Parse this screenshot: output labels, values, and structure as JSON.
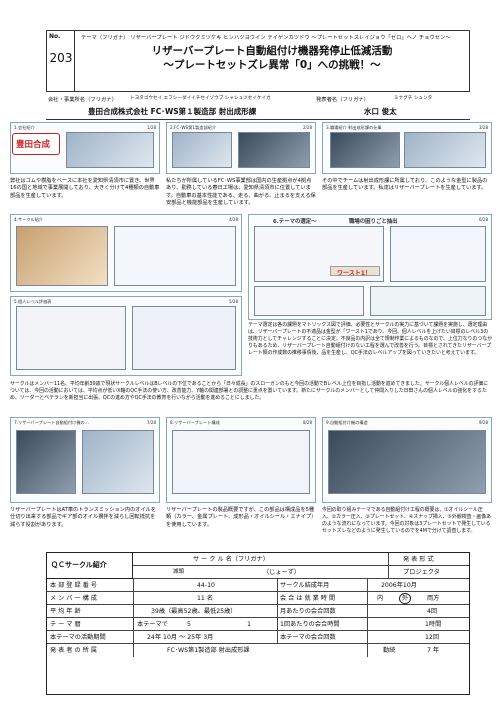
{
  "header": {
    "no_label": "No.",
    "no_value": "203",
    "theme_furigana_label": "テーマ（フリガナ）",
    "theme_furigana": "リザーバープレート ジドウクミツケキ ヒンハツヨウイン テイゲンカツドウ ～プレートセットスレイジョウ「ゼロ」ヘノ チョウセン～",
    "theme_title_1": "リザーバープレート自動組付け機器発停止低減活動",
    "theme_title_2": "～プレートセットズレ異常「0」への挑戦！～"
  },
  "company": {
    "label": "会社・事業所名（フリガナ）",
    "furigana": "トヨタゴウセイ エフシーダイイチセイゾウブ シャシュツセイケイカ",
    "name": "豊田合成株式会社 FC･WS第１製造部 射出成形課",
    "presenter_label": "発表者名（フリガナ）",
    "presenter_furigana": "ミナグチ シュンタ",
    "presenter_name": "水口 俊太"
  },
  "panels": {
    "p1_title": "1.会社紹介",
    "p1_logo": "豊田合成",
    "p1_text": "弊社はゴムや樹脂をベースに本社を愛知県清須市に置き、世界16の国と地域で事業展開しており、大きく分けて4種類の自動車部品を生産しています。",
    "p2_title": "2.FC･WS第1製造部紹介",
    "p2_text": "私たちが所属しているFC･WS事業部は国内の生産拠点が4拠点あり、勤務している春日工場は、愛知県清須市に位置しています。自動車の基本性能である、走る、曲がる、止まるを支える保安部品と機能部品を生産しています。",
    "p3_title": "3.職場紹介 射出成形課の仕事",
    "p3_text": "その中でチームは射出成形課に所属しており、このような金型に製品の部品を生産しています。私達はリザーバープレートを生産しています。",
    "p4_title": "4.サークル紹介",
    "p5_title": "5.個人レベル評価表",
    "p6_title": "6.テーマの選定～",
    "p6_title_b": "職場の困りごと抽出",
    "p6_text": "テーマ選定は各の課題をマトリックス図で評価、必要性とサークルの実力に基づいて課題を実施し、選定理由は、リザーバープレートの不適品は金型が「ワースト1であり、今回、個人レベルを上げたい目標のレベル3の技術力としてチャレンジすることに決定。不良品の内訳は全て規制作業によるものなので、上位力なりのつながりもあるため、リザーバープレート自動組付けのない工程を選んで改善を行う。目標とされてきたリザーバープレート類の作成数の推移事情後、品を生産し、QC手法のレベルアップを図っていきたいと考えています。",
    "middle_text": "サークルはメンバー11名、平均年齢39歳で現状サークルレベルはBレベルの下位であることから「日々成長」のスローガンのもと今回の活動でBレベル上位を目指し活動を進めてきました。サークル個人レベルの評価については、今回の活動においては、平均点が低いX軸のQC手法の使い方、改善能力、Y軸の関連部署との調整に重点を置いています。新たにサークルのメンバーとして仲間入りした日田さんの個人レベルの強化をするため、リーダーとベテランを新担当に出張。QCの進め方やQC手法の教育を行いながら活動を進めることにしました。",
    "p7_title": "7.リザーバープレート自動組付け機の…",
    "p7_text": "リザーバープレートはAT車のトランスミッション内のオイルを仕切り出来する部品でギア部のオイル攪拌を減らし回転抵抗を減らす役割があります。",
    "p8_title": "8.リザーバープレート構成",
    "p8_text": "リザーバープレートの製品概要ですが、この部品は構成品を5種類（カラー、金属プレート、成形品・オイルシール・エナイプ）を使用しています。",
    "p9_title": "9.自動組付け機の構造",
    "p9_text": "今回の取り組みテーマである自動組付け工程の概要は、①オイルシール圧入、②カラー圧入、③プレートセット、④スナップ挿入、⑤外観検査・画像あのような流れになっています。今回の対象は3プレートセットで発生しているセットズレなどのように発生しているのでを4Mで分けて調査します。",
    "banner_text": "ワースト1！"
  },
  "qc": {
    "side_label": "ＱＣサークル紹介",
    "circle_name_label": "サ ー ク ル 名（フリガナ）",
    "circle_name_kanji": "城頭",
    "circle_name_kana": "（じょーず）",
    "method_label": "発 表 形 式",
    "method_value": "プロジェクタ",
    "reg_label": "本 部 登 録 番 号",
    "reg_value": "44-10",
    "formed_label": "サークル結成年月",
    "formed_value": "2006年10月",
    "members_label": "メ ン バ ー 構 成",
    "members_value": "11 名",
    "meeting_label": "会 合 は 就 業 時 間",
    "meeting_in": "内",
    "meeting_out": "外",
    "meeting_both": "両方",
    "age_label": "平  均  年  齢",
    "age_value": "39歳（最高52歳、最低25歳）",
    "monthly_label": "月あたりの会合回数",
    "monthly_value": "4回",
    "themes_label": "テ ー マ 暦",
    "themes_this": "本テーマで",
    "themes_this_v": "5",
    "themes_before": "1",
    "per_meeting_label": "1回あたりの会合時間",
    "per_meeting_value": "1時間",
    "period_label": "本テーマの活動期間",
    "period_value": "24年 10月 ～ 25年 3月",
    "total_label": "本テーマの会合回数",
    "total_value": "12回",
    "dept_label": "発 表 者 の 所 属",
    "dept_value": "FC･WS第1製造部 射出成形課",
    "years_label": "勤続",
    "years_value": "7 年"
  }
}
